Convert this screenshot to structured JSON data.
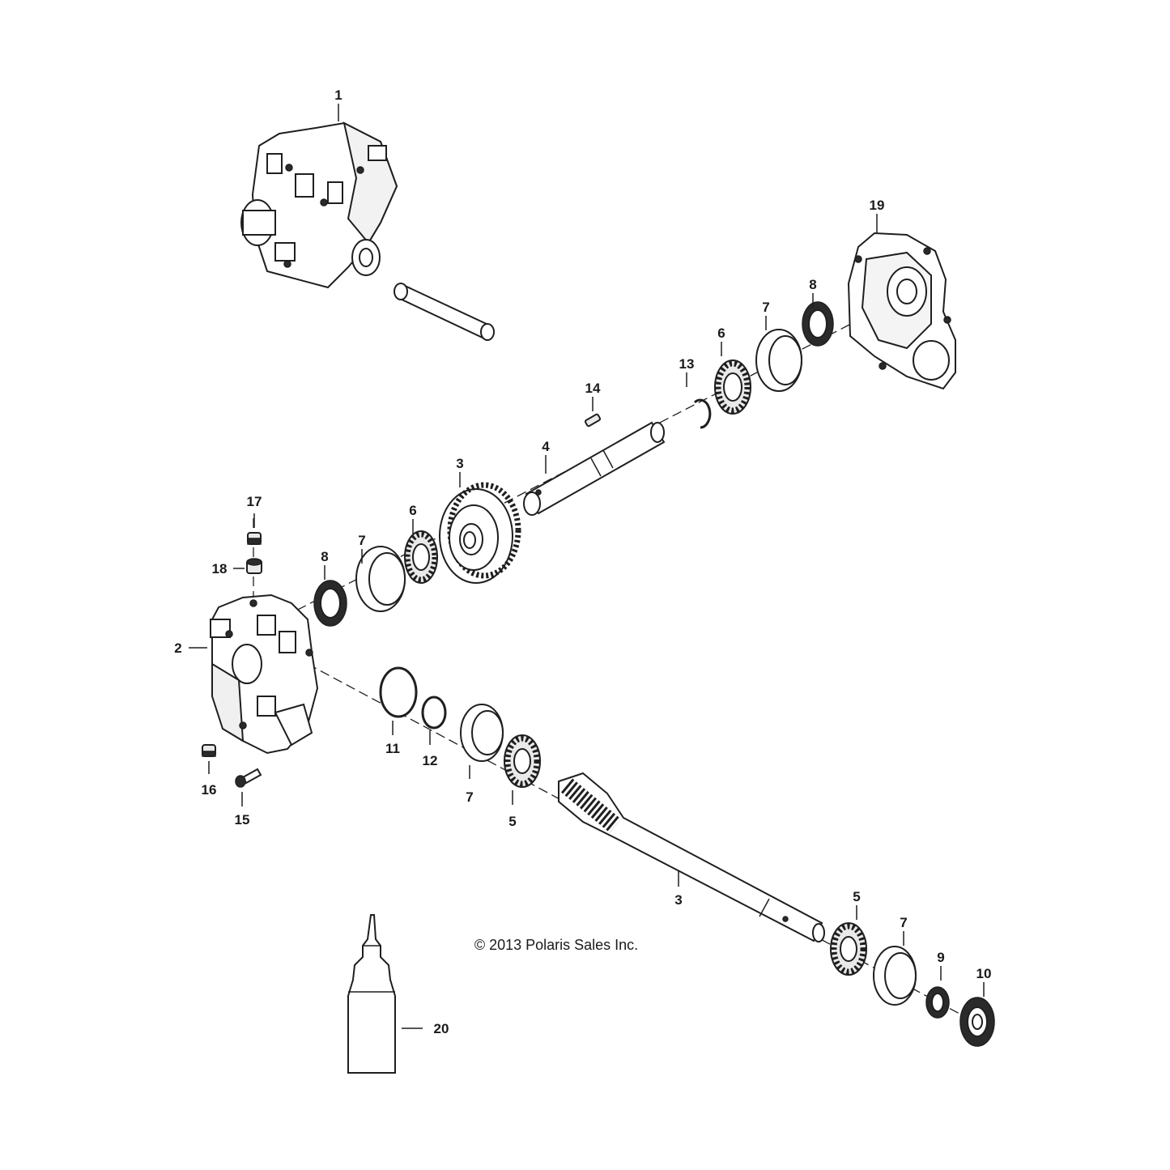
{
  "copyright": "© 2013 Polaris Sales Inc.",
  "callouts": {
    "c1": "1",
    "c2": "2",
    "c3_gear": "3",
    "c3_shaft": "3",
    "c4": "4",
    "c5_front": "5",
    "c5_rear": "5",
    "c6_lower": "6",
    "c6_upper": "6",
    "c7_left": "7",
    "c7_upper": "7",
    "c7_lower_front": "7",
    "c7_lower_rear": "7",
    "c8_left": "8",
    "c8_right": "8",
    "c9": "9",
    "c10": "10",
    "c11": "11",
    "c12": "12",
    "c13": "13",
    "c14": "14",
    "c15": "15",
    "c16": "16",
    "c17": "17",
    "c18": "18",
    "c19": "19",
    "c20": "20"
  }
}
